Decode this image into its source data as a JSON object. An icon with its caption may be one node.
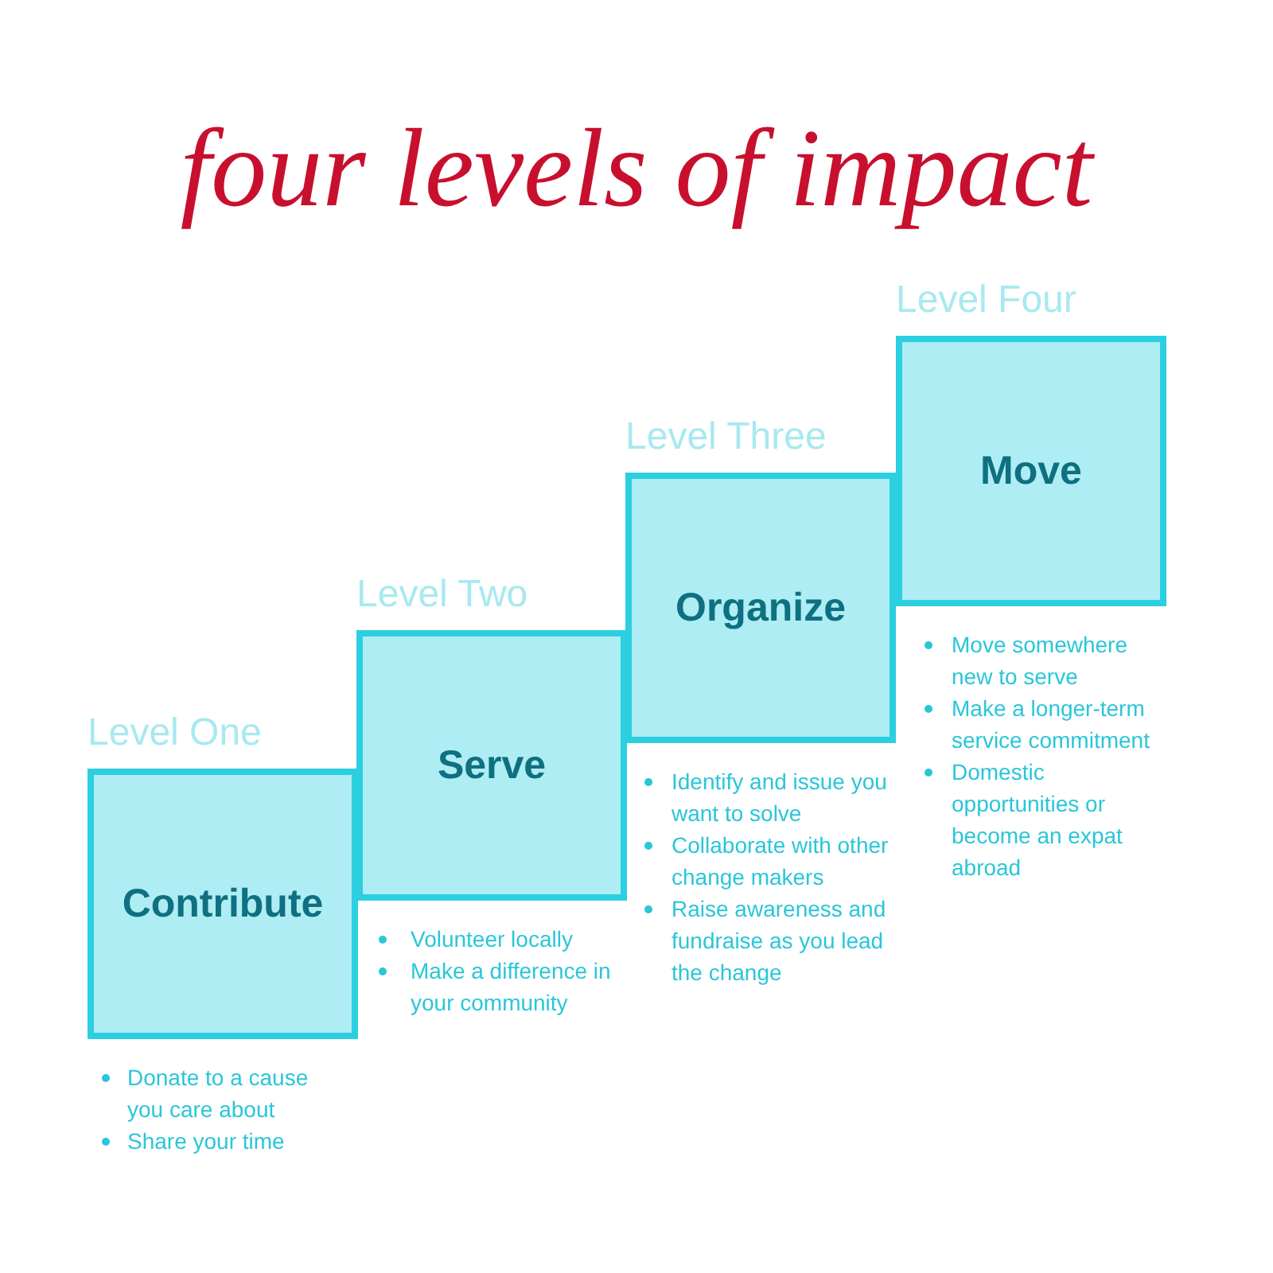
{
  "diagram": {
    "title": "four levels of impact",
    "nodes": [
      {
        "text": [
          "Level One",
          "Contribute"
        ],
        "beside": [
          "Donate to a cause you care about",
          "Share your time"
        ]
      },
      {
        "text": [
          "Level Two",
          "Serve"
        ],
        "beside": [
          "Volunteer locally",
          "Make a difference in your community"
        ]
      },
      {
        "text": [
          "Level Three",
          "Organize"
        ],
        "beside": [
          "Identify and issue you want to solve",
          "Collaborate with other change makers",
          "Raise awareness and fundraise as you lead the change"
        ]
      },
      {
        "text": [
          "Level Four",
          "Move"
        ],
        "beside": [
          "Move somewhere new to serve",
          "Make a longer-term service commitment",
          "Domestic opportunities or become an expat abroad"
        ]
      }
    ]
  }
}
